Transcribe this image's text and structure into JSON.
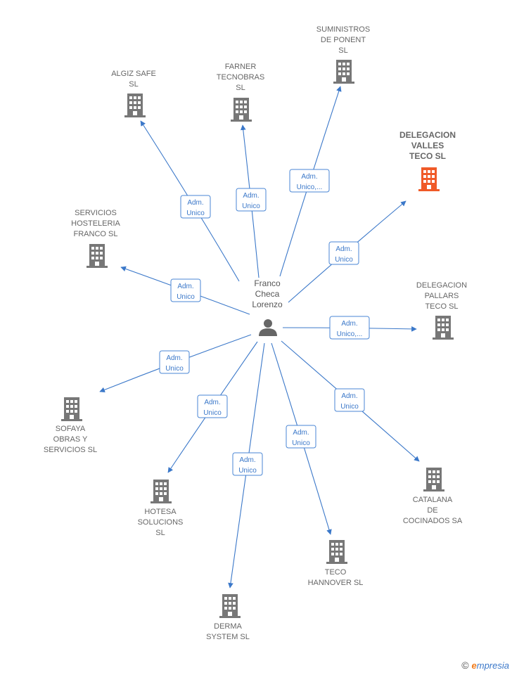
{
  "center": {
    "lines": [
      "Franco",
      "Checa",
      "Lorenzo"
    ]
  },
  "companies": [
    {
      "key": "algiz",
      "lines": [
        "ALGIZ SAFE",
        "SL"
      ],
      "highlight": false
    },
    {
      "key": "farner",
      "lines": [
        "FARNER",
        "TECNOBRAS",
        "SL"
      ],
      "highlight": false
    },
    {
      "key": "suministros",
      "lines": [
        "SUMINISTROS",
        "DE PONENT",
        "SL"
      ],
      "highlight": false
    },
    {
      "key": "valles",
      "lines": [
        "DELEGACION",
        "VALLES",
        "TECO  SL"
      ],
      "highlight": true
    },
    {
      "key": "hosteleria",
      "lines": [
        "SERVICIOS",
        "HOSTELERIA",
        "FRANCO  SL"
      ],
      "highlight": false
    },
    {
      "key": "pallars",
      "lines": [
        "DELEGACION",
        "PALLARS",
        "TECO  SL"
      ],
      "highlight": false
    },
    {
      "key": "sofaya",
      "lines": [
        "SOFAYA",
        "OBRAS Y",
        "SERVICIOS  SL"
      ],
      "highlight": false
    },
    {
      "key": "catalana",
      "lines": [
        "CATALANA",
        "DE",
        "COCINADOS SA"
      ],
      "highlight": false
    },
    {
      "key": "hotesa",
      "lines": [
        "HOTESA",
        "SOLUCIONS",
        "SL"
      ],
      "highlight": false
    },
    {
      "key": "teco",
      "lines": [
        "TECO",
        "HANNOVER  SL"
      ],
      "highlight": false
    },
    {
      "key": "derma",
      "lines": [
        "DERMA",
        "SYSTEM SL"
      ],
      "highlight": false
    }
  ],
  "relations": [
    {
      "to": "algiz",
      "lines": [
        "Adm.",
        "Unico"
      ]
    },
    {
      "to": "farner",
      "lines": [
        "Adm.",
        "Unico"
      ]
    },
    {
      "to": "suministros",
      "lines": [
        "Adm.",
        "Unico,..."
      ]
    },
    {
      "to": "valles",
      "lines": [
        "Adm.",
        "Unico"
      ]
    },
    {
      "to": "hosteleria",
      "lines": [
        "Adm.",
        "Unico"
      ]
    },
    {
      "to": "pallars",
      "lines": [
        "Adm.",
        "Unico,..."
      ]
    },
    {
      "to": "sofaya",
      "lines": [
        "Adm.",
        "Unico"
      ]
    },
    {
      "to": "catalana",
      "lines": [
        "Adm.",
        "Unico"
      ]
    },
    {
      "to": "hotesa",
      "lines": [
        "Adm.",
        "Unico"
      ]
    },
    {
      "to": "teco",
      "lines": [
        "Adm.",
        "Unico"
      ]
    },
    {
      "to": "derma",
      "lines": [
        "Adm.",
        "Unico"
      ]
    }
  ],
  "colors": {
    "edge": "#3b78c9",
    "building": "#777777",
    "highlight": "#f05a28"
  },
  "footer": {
    "copyright_symbol": "©",
    "brand_first": "e",
    "brand_rest": "mpresia"
  }
}
